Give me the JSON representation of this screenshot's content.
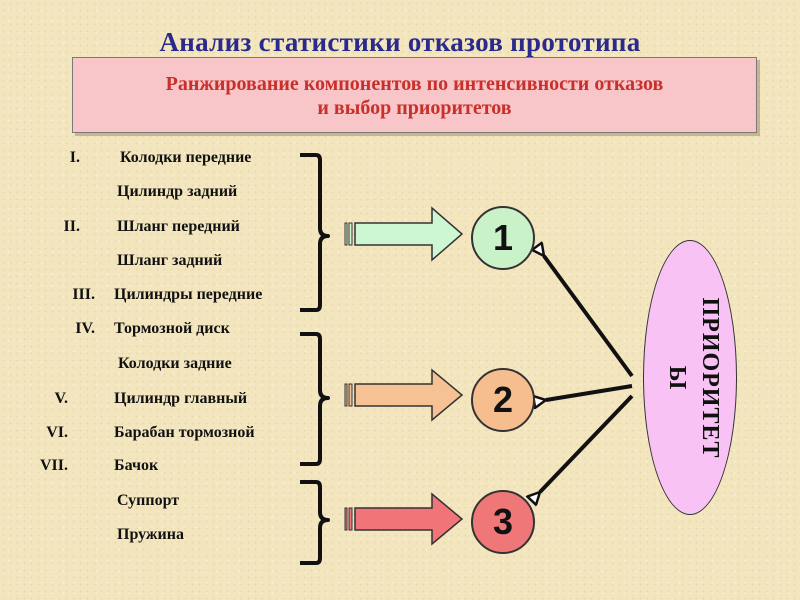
{
  "title": "Анализ статистики отказов прототипа",
  "subtitle": {
    "line1": "Ранжирование компонентов по интенсивности отказов",
    "line2": "и выбор приоритетов"
  },
  "components": [
    {
      "numeral": "I.",
      "label": "Колодки передние"
    },
    {
      "numeral": "",
      "label": "Цилиндр задний"
    },
    {
      "numeral": "II.",
      "label": "Шланг передний"
    },
    {
      "numeral": "",
      "label": "Шланг задний"
    },
    {
      "numeral": "III.",
      "label": "Цилиндры передние"
    },
    {
      "numeral": "IV.",
      "label": "Тормозной диск"
    },
    {
      "numeral": "",
      "label": "Колодки задние"
    },
    {
      "numeral": "V.",
      "label": "Цилиндр главный"
    },
    {
      "numeral": "VI.",
      "label": "Барабан тормозной"
    },
    {
      "numeral": "VII.",
      "label": "Бачок"
    },
    {
      "numeral": "",
      "label": "Суппорт"
    },
    {
      "numeral": "",
      "label": "Пружина"
    }
  ],
  "priorities": [
    {
      "label": "1",
      "color": "#c9f2c9",
      "arrow_color": "#cdf7d2"
    },
    {
      "label": "2",
      "color": "#f6be8e",
      "arrow_color": "#f6c193"
    },
    {
      "label": "3",
      "color": "#f07777",
      "arrow_color": "#f07478"
    }
  ],
  "priorities_label": {
    "line1": "ПРИОРИТЕТ",
    "line2": "Ы"
  },
  "ellipse_color": "#f8c3f4"
}
